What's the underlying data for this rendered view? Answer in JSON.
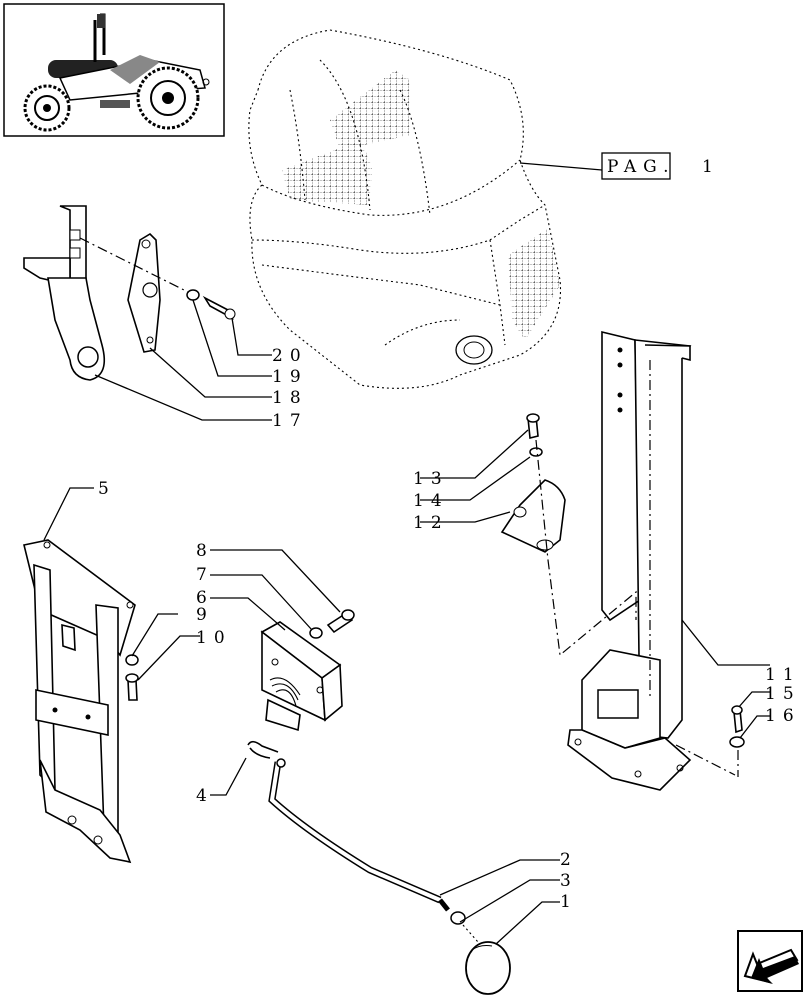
{
  "reference": {
    "prefix": "PAG.",
    "page": "1"
  },
  "callouts": [
    "1",
    "2",
    "3",
    "4",
    "5",
    "6",
    "7",
    "8",
    "9",
    "10",
    "11",
    "12",
    "13",
    "14",
    "15",
    "16",
    "17",
    "18",
    "19",
    "20"
  ],
  "icons": {
    "thumbnail": "tractor-thumbnail-icon",
    "nav": "next-page-arrow-icon"
  }
}
